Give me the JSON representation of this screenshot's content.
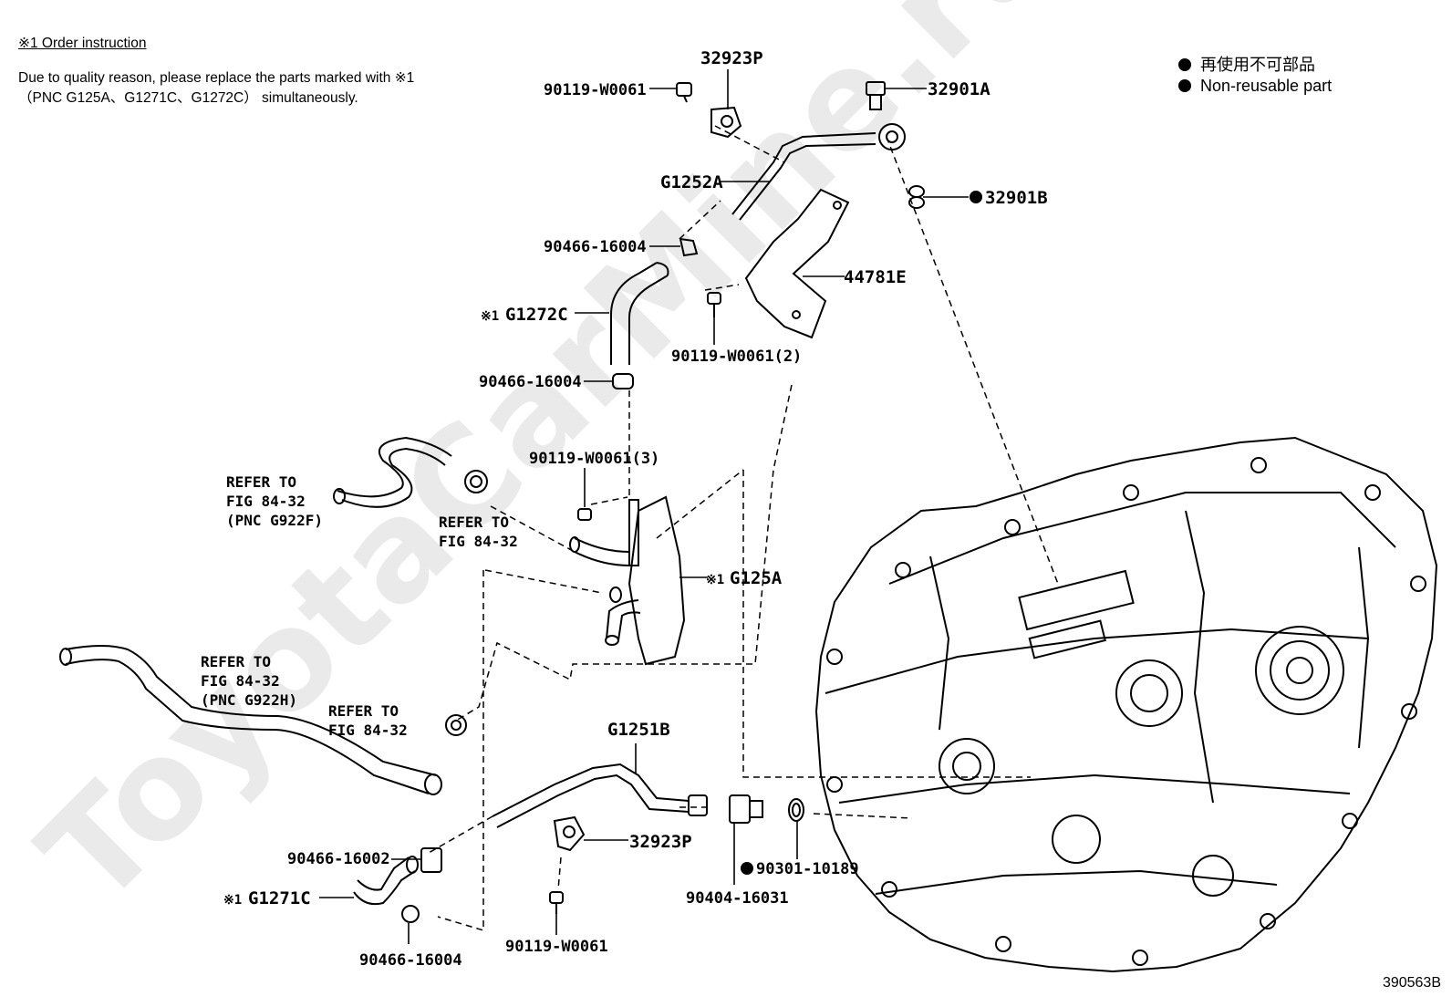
{
  "note": {
    "title": "※1 Order instruction",
    "line1": "Due to quality reason, please replace the parts marked with ※1",
    "line2": "（PNC G125A、G1271C、G1272C） simultaneously."
  },
  "legend": {
    "jp": "再使用不可部品",
    "en": "Non-reusable part"
  },
  "figure_id": "390563B",
  "watermark": "ToyotaCarMine.ru",
  "parts": {
    "p32923P_top": "32923P",
    "p90119_top": "90119-W0061",
    "p32901A": "32901A",
    "p32901B": "32901B",
    "pG1252A": "G1252A",
    "p90466_16004_a": "90466-16004",
    "p44781E": "44781E",
    "pG1272C": "G1272C",
    "p90119_2": "90119-W0061(2)",
    "p90466_16004_b": "90466-16004",
    "p90119_3": "90119-W0061(3)",
    "pG125A": "G125A",
    "pG1251B": "G1251B",
    "p32923P_bottom": "32923P",
    "p90466_16002": "90466-16002",
    "pG1271C": "G1271C",
    "p90466_16004_c": "90466-16004",
    "p90119_bottom": "90119-W0061",
    "p90404": "90404-16031",
    "p90301": "90301-10189"
  },
  "mark": "※1",
  "refs": {
    "r1": [
      "REFER TO",
      "FIG 84-32",
      "(PNC G922F)"
    ],
    "r2": [
      "REFER TO",
      "FIG 84-32"
    ],
    "r3": [
      "REFER TO",
      "FIG 84-32",
      "(PNC G922H)"
    ],
    "r4": [
      "REFER TO",
      "FIG 84-32"
    ]
  }
}
